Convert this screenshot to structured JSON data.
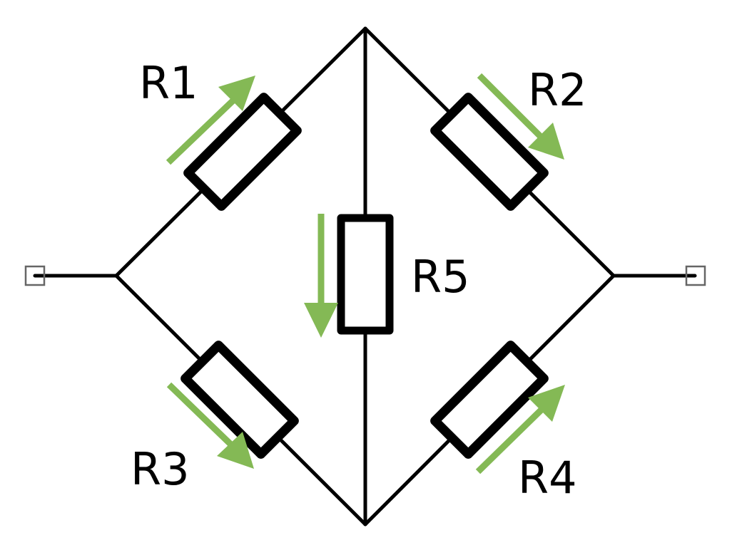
{
  "diagram": {
    "type": "wheatstone-bridge",
    "colors": {
      "wire": "#000000",
      "current_arrow": "#84b955",
      "terminal": "#666666",
      "background": "#ffffff"
    },
    "terminals": [
      {
        "id": "terminal-left",
        "label": ""
      },
      {
        "id": "terminal-right",
        "label": ""
      }
    ],
    "resistors": [
      {
        "id": "R1",
        "label": "R1",
        "branch": "left-to-top",
        "current_direction": "toward-top"
      },
      {
        "id": "R2",
        "label": "R2",
        "branch": "top-to-right",
        "current_direction": "toward-right"
      },
      {
        "id": "R3",
        "label": "R3",
        "branch": "left-to-bottom",
        "current_direction": "toward-bottom"
      },
      {
        "id": "R4",
        "label": "R4",
        "branch": "bottom-to-right",
        "current_direction": "toward-right"
      },
      {
        "id": "R5",
        "label": "R5",
        "branch": "top-to-bottom",
        "current_direction": "downward"
      }
    ]
  }
}
